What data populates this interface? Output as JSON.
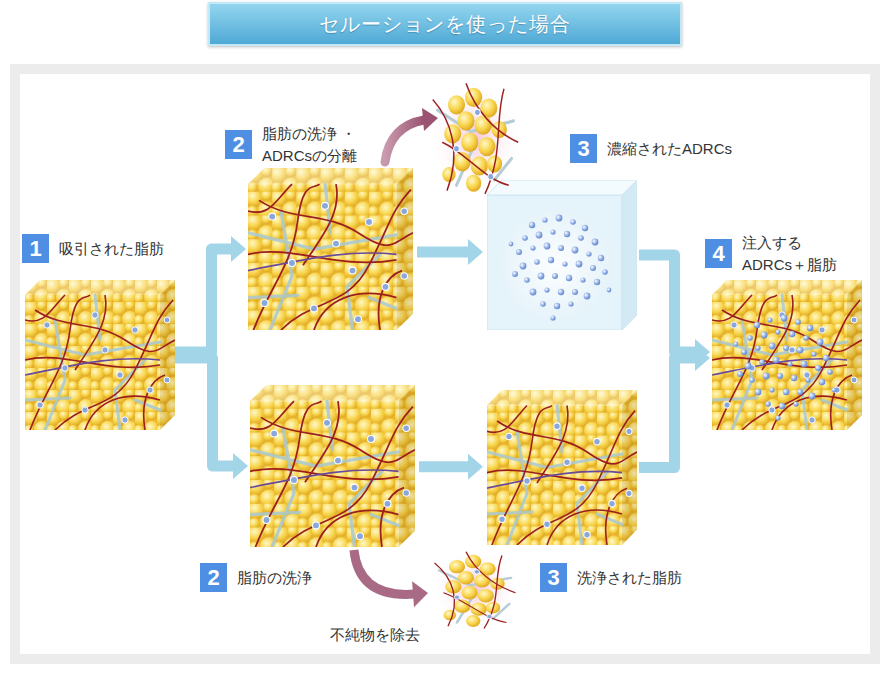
{
  "diagram": {
    "title": "セルーションを使った場合",
    "nodes": [
      {
        "text": [
          "1",
          "吸引された脂肪"
        ]
      },
      {
        "text": [
          "2",
          "脂肪の洗浄 ・ADRCsの分離"
        ]
      },
      {
        "text": [
          "2",
          "脂肪の洗浄"
        ]
      },
      {
        "text": [
          "3",
          "濃縮されたADRCs"
        ]
      },
      {
        "text": [
          "3",
          "洗浄された脂肪"
        ]
      },
      {
        "text": [
          "4",
          "注入する ADRCs＋脂肪"
        ]
      },
      {
        "text": [
          "不純物を除去"
        ]
      }
    ],
    "edges": [
      {
        "from": 0,
        "to": 1,
        "arrow": "to"
      },
      {
        "from": 0,
        "to": 2,
        "arrow": "to"
      },
      {
        "from": 1,
        "to": 3,
        "arrow": "to"
      },
      {
        "from": 2,
        "to": 4,
        "arrow": "to"
      },
      {
        "from": 3,
        "to": 5,
        "arrow": "to"
      },
      {
        "from": 4,
        "to": 5,
        "arrow": "to"
      },
      {
        "from": 2,
        "to": 6,
        "arrow": "to"
      }
    ]
  }
}
